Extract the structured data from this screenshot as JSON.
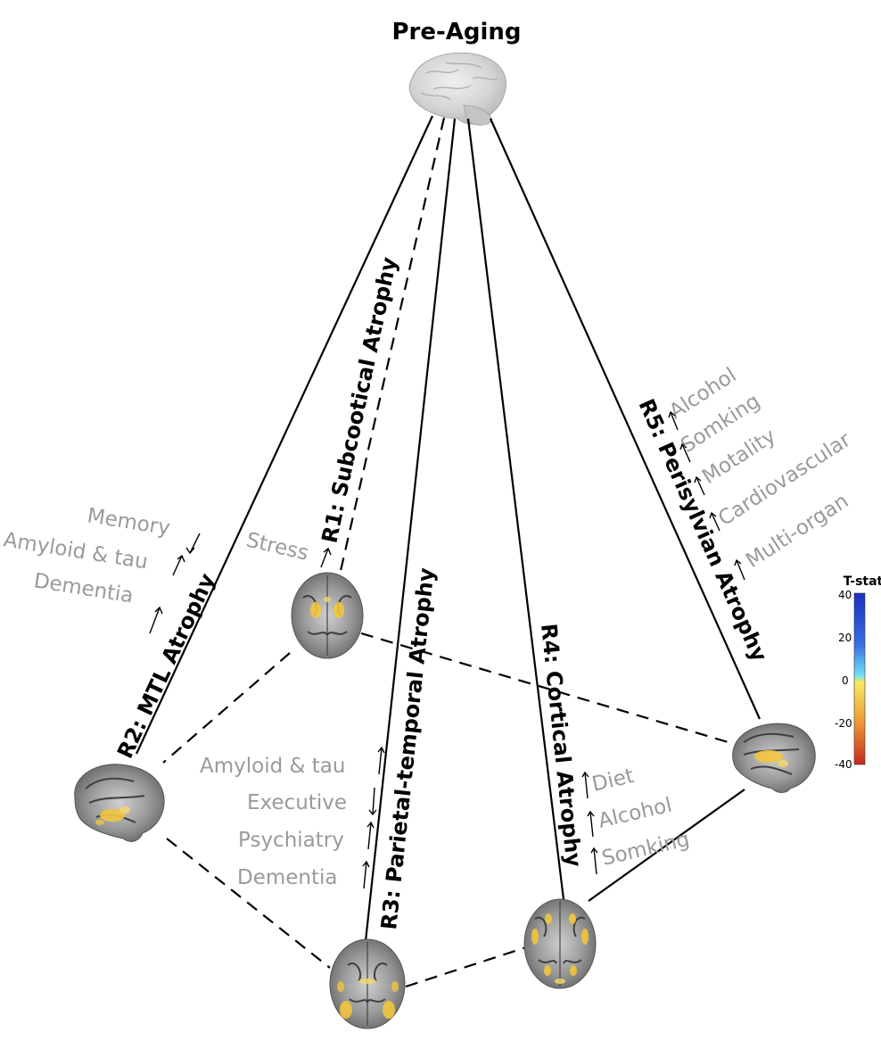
{
  "title": "Pre-Aging",
  "axes": [
    {
      "id": "r1",
      "label": "R1: Subcootical Atrophy"
    },
    {
      "id": "r2",
      "label": "R2: MTL Atrophy"
    },
    {
      "id": "r3",
      "label": "R3: Parietal-temporal Atrophy"
    },
    {
      "id": "r4",
      "label": "R4: Cortical Atrophy"
    },
    {
      "id": "r5",
      "label": "R5: Perisylvian Atrophy"
    }
  ],
  "associations": {
    "r1": [
      {
        "text": "Stress",
        "direction": "up"
      }
    ],
    "r2": [
      {
        "text": "Memory",
        "direction": "down"
      },
      {
        "text": "Amyloid & tau",
        "direction": "up"
      },
      {
        "text": "Dementia",
        "direction": "up"
      }
    ],
    "r3": [
      {
        "text": "Amyloid & tau",
        "direction": "up"
      },
      {
        "text": "Executive",
        "direction": "down"
      },
      {
        "text": "Psychiatry",
        "direction": "up"
      },
      {
        "text": "Dementia",
        "direction": "up"
      }
    ],
    "r4": [
      {
        "text": "Diet",
        "direction": "up"
      },
      {
        "text": "Alcohol",
        "direction": "up"
      },
      {
        "text": "Somking",
        "direction": "up"
      }
    ],
    "r5": [
      {
        "text": "Alcohol",
        "direction": "up"
      },
      {
        "text": "Somking",
        "direction": "up"
      },
      {
        "text": "Motality",
        "direction": "up"
      },
      {
        "text": "Cardiovascular",
        "direction": "up"
      },
      {
        "text": "Multi-organ",
        "direction": "up"
      }
    ]
  },
  "colorbar": {
    "title": "T-stat",
    "ticks": [
      "40",
      "20",
      "0",
      "-20",
      "-40"
    ],
    "colors": {
      "top": "#1a2fbf",
      "mid_upper": "#58d6f0",
      "mid_lower": "#f6e35c",
      "bottom": "#c8281e"
    }
  },
  "colors": {
    "association_text": "#9a9a9a",
    "highlight": "#f2c53d",
    "brain_gray": "#8c8c8c"
  }
}
